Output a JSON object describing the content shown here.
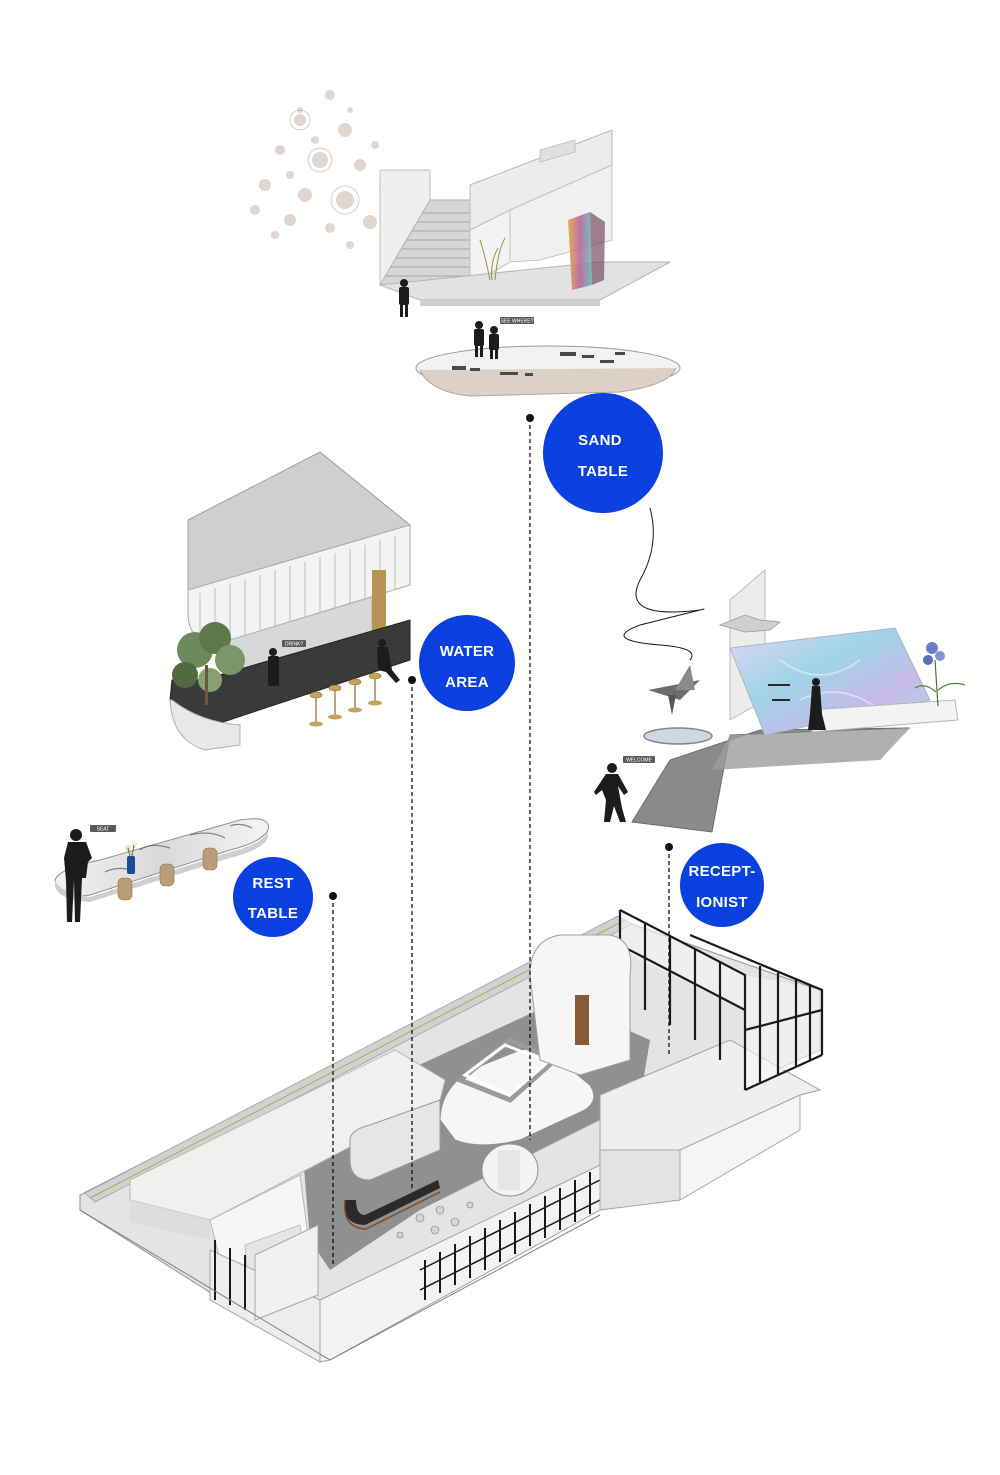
{
  "colors": {
    "badge_fill": "#0a3fe0",
    "badge_text": "#ffffff",
    "leader_line": "#111111",
    "structure": "#e9ebe8",
    "structure_dark": "#c9ccc9",
    "floor": "#8f9090",
    "mullion": "#1a1a1a",
    "glass_panel": "#b9d8e6",
    "silhouette": "#1c1c1c"
  },
  "labels": {
    "sand_table": {
      "line1": "SAND",
      "line2": "TABLE"
    },
    "water_area": {
      "line1": "WATER",
      "line2": "AREA"
    },
    "rest_table": {
      "line1": "REST",
      "line2": "TABLE"
    },
    "receptionist": {
      "line1": "RECEPT-",
      "line2": "IONIST"
    }
  },
  "tags": {
    "sand_table_tag": "SEE WHERE?",
    "water_area_tag": "DRINK?",
    "rest_table_tag": "SEAT",
    "receptionist_tag": "WELCOME"
  },
  "icons": {
    "chandelier": "crystal-chandelier-icon",
    "person": "person-silhouette-icon",
    "plant": "plant-icon",
    "stool": "bar-stool-icon",
    "vase": "flower-vase-icon",
    "sculpture": "spiral-sculpture-icon"
  }
}
